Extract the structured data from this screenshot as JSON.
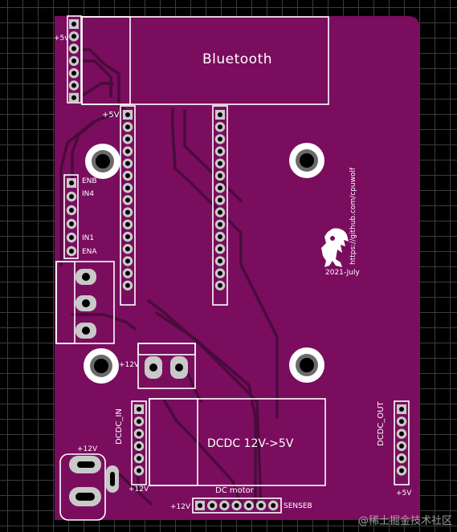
{
  "labels": {
    "bluetooth": "Bluetooth",
    "plus5v_top": "+5v",
    "plus5v_header": "+5V",
    "enb": "ENB",
    "in4": "IN4",
    "in1": "IN1",
    "ena": "ENA",
    "plus12v_mid": "+12V",
    "dcdc_in": "DCDC_IN",
    "dcdc_out": "DCDC_OUT",
    "dcdc_module": "DCDC 12V->5V",
    "dc_motor": "DC motor",
    "senseb": "SENSEB",
    "plus12v_bottom": "+12V",
    "plus12v_dcdc": "+12V",
    "plus12v_jack": "+12V",
    "plus5v_out": "+5V",
    "github": "https://github.com/cpuwolf",
    "date": "2021-July",
    "watermark": "@稀土掘金技术社区"
  },
  "colors": {
    "board": "#7a0d5e",
    "silkscreen": "#ffffff",
    "pad": "#c9c9c9",
    "trace": "#3a0830",
    "background": "#000000"
  }
}
